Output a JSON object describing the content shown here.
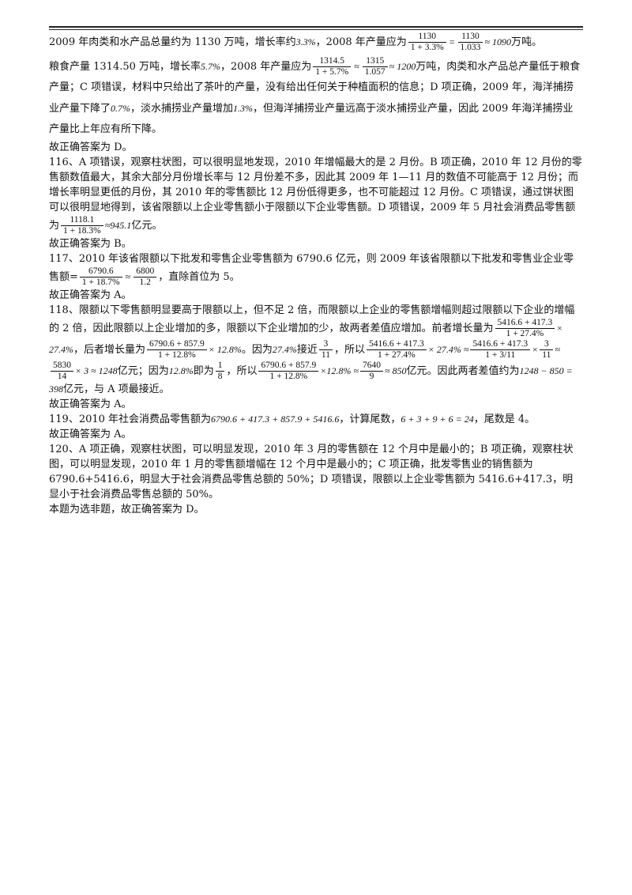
{
  "p1": {
    "a": "2009 年肉类和水产品总量约为 1130 万吨，增长率约",
    "rate": "3.3%",
    "b": "，2008 年产量应为",
    "f1n": "1130",
    "f1d": "1 + 3.3%",
    "eq": "=",
    "f2n": "1130",
    "f2d": "1.033",
    "approx": "≈ 1090",
    "c": "万吨。"
  },
  "p2": {
    "a": "粮食产量 1314.50 万吨，增长率",
    "rate": "5.7%",
    "b": "，2008 年产量应为",
    "f1n": "1314.5",
    "f1d": "1 + 5.7%",
    "approx1": "≈",
    "f2n": "1315",
    "f2d": "1.057",
    "approx2": "≈ 1200",
    "c": "万吨，肉类和水产品总产量低于粮食产量；C 项错误，材料中只给出了茶叶的产量，没有给出任何关于种植面积的信息；D 项正确，2009 年，海洋捕捞业产量下降了",
    "r1": "0.7%",
    "d": "，淡水捕捞业产量增加",
    "r2": "1.3%",
    "e": "，但海洋捕捞业产量远高于淡水捕捞业产量，因此 2009 年海洋捕捞业产量比上年应有所下降。"
  },
  "a1": "故正确答案为 D。",
  "p116": {
    "a": "116、A 项错误，观察柱状图，可以很明显地发现，2010 年增幅最大的是 2 月份。B 项正确，2010 年 12 月份的零售额数值最大，其余大部分月份增长率与 12 月份差不多，因此其 2009 年 1—11 月的数值不可能高于 12 月份；而增长率明显更低的月份，其 2010 年的零售额比 12 月份低得更多，也不可能超过 12 月份。C 项错误，通过饼状图可以很明显地得到，该省限额以上企业零售额小于限额以下企业零售额。D 项错误，2009 年 5 月社会消费品零售额为",
    "fn": "1118.1",
    "fd": "1 + 18.3%",
    "approx": "≈945.1",
    "b": "亿元。"
  },
  "a116": "故正确答案为 B。",
  "p117": {
    "a": "117、2010 年该省限额以下批发和零售企业零售额为 6790.6 亿元，则 2009 年该省限额以下批发和零售业企业零售额=",
    "f1n": "6790.6",
    "f1d": "1 + 18.7%",
    "approx": "≈",
    "f2n": "6800",
    "f2d": "1.2",
    "b": "，直除首位为 5。"
  },
  "a117": "故正确答案为 A。",
  "p118": {
    "a": "118、限额以下零售额明显要高于限额以上，但不足 2 倍，而限额以上企业的零售额增幅则超过限额以下企业的增幅的 2 倍，因此限额以上企业增加的多，限额以下企业增加的少，故两者差值应增加。前者增长量为",
    "f1n": "5416.6 + 417.3",
    "f1d": "1 + 27.4%",
    "m1": "× 27.4%",
    "b": "，后者增长量为",
    "f2n": "6790.6 + 857.9",
    "f2d": "1 + 12.8%",
    "m2": "× 12.8%",
    "c": "。因为",
    "r1": "27.4%",
    "d": "接近",
    "f3n": "3",
    "f3d": "11",
    "e": "，所以",
    "f4n": "5416.6 + 417.3",
    "f4d": "1 + 27.4%",
    "m3": "× 27.4% ≈",
    "f5n": "5416.6 + 417.3",
    "f5d": "1 + 3/11",
    "m4": "×",
    "f6n": "3",
    "f6d": "11",
    "m5": "≈",
    "f7n": "5830",
    "f7d": "14",
    "m6": "× 3 ≈ 1248",
    "g": "亿元；因为",
    "r2": "12.8%",
    "h": "即为",
    "f8n": "1",
    "f8d": "8",
    "i": "，所以",
    "f9n": "6790.6 + 857.9",
    "f9d": "1 + 12.8%",
    "m7": "×",
    "m8": "12.8% ≈",
    "f10n": "7640",
    "f10d": "9",
    "m9": "≈ 850",
    "j": "亿元。因此两者差值约为",
    "m10": "1248 − 850 = 398",
    "k": "亿元，与 A 项最接近。"
  },
  "a118": "故正确答案为 A。",
  "p119": {
    "a": "119、2010 年社会消费品零售额为",
    "m1": "6790.6 + 417.3 + 857.9 + 5416.6",
    "b": "，计算尾数，",
    "m2": "6 + 3 + 9 + 6 = 24",
    "c": "，尾数是 4。"
  },
  "a119": "故正确答案为 A。",
  "p120": "120、A 项正确，观察柱状图，可以明显发现，2010 年 3 月的零售额在 12 个月中是最小的；B 项正确，观察柱状图，可以明显发现，2010 年 1 月的零售额增幅在 12 个月中是最小的；C 项正确，批发零售业的销售额为 6790.6+5416.6，明显大于社会消费品零售总额的 50%；D 项错误，限额以上企业零售额为 5416.6+417.3，明显小于社会消费品零售总额的 50%。",
  "a120": "本题为选非题，故正确答案为 D。"
}
